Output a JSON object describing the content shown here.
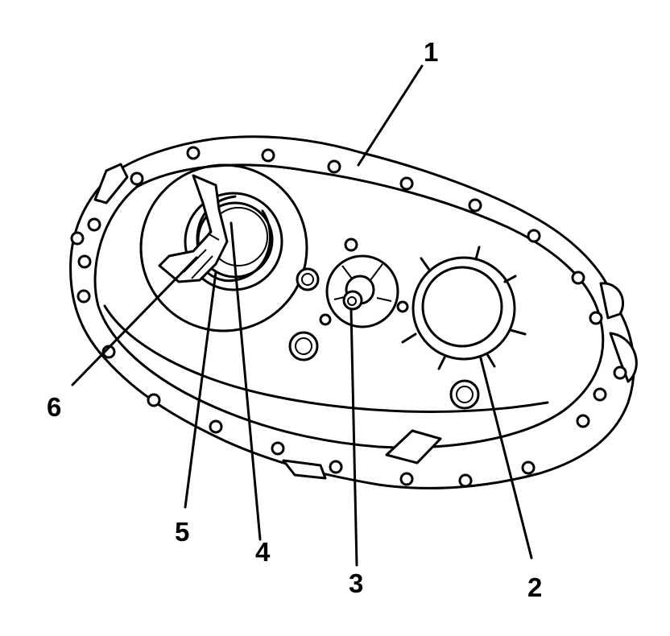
{
  "diagram": {
    "callouts": [
      {
        "id": "c1",
        "label": "1"
      },
      {
        "id": "c2",
        "label": "2"
      },
      {
        "id": "c3",
        "label": "3"
      },
      {
        "id": "c4",
        "label": "4"
      },
      {
        "id": "c5",
        "label": "5"
      },
      {
        "id": "c6",
        "label": "6"
      }
    ]
  },
  "colors": {
    "line": "#000000",
    "background": "#ffffff"
  }
}
